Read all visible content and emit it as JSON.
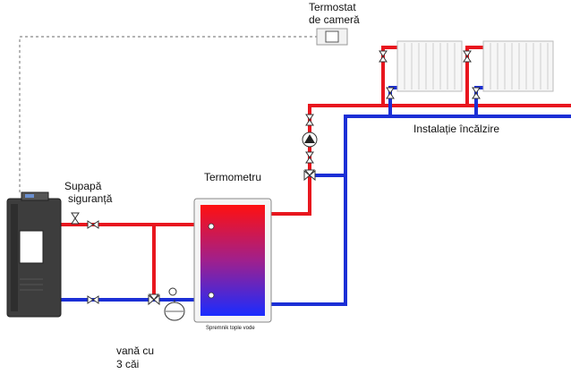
{
  "labels": {
    "thermostat_line1": "Termostat",
    "thermostat_line2": "de cameră",
    "safety_valve_line1": "Supapă",
    "safety_valve_line2": "siguranță",
    "thermometer": "Termometru",
    "heating_installation": "Instalație încălzire",
    "three_way_valve_line1": "vană cu",
    "three_way_valve_line2": "3 căi",
    "tank_caption": "Spremnik tople vode"
  },
  "colors": {
    "hot_pipe": "#e8161e",
    "cold_pipe": "#1b2fd6",
    "boiler_body": "#3d3d3d",
    "dashed_wire": "#888888",
    "tank_hot": "#ff1010",
    "tank_cold": "#1a2cff"
  },
  "icons": {
    "boiler": "pellet-boiler-icon",
    "radiator": "radiator-icon",
    "pump": "circulation-pump-icon",
    "expansion_vessel": "expansion-vessel-icon",
    "valve": "bow-tie-valve-icon",
    "thermostat": "wall-thermostat-icon"
  }
}
